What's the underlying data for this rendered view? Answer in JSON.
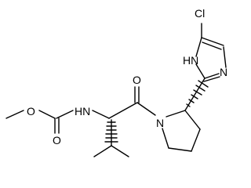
{
  "colors": {
    "ink": "#000000",
    "background": "#ffffff"
  },
  "atoms": {
    "cl": "Cl",
    "nh_ring": "HN",
    "n_ring": "N",
    "o_ketone": "O",
    "n_amide": "HN",
    "o_ester": "O",
    "o_carbonyl": "O",
    "n_pyrrolidine": "N"
  }
}
